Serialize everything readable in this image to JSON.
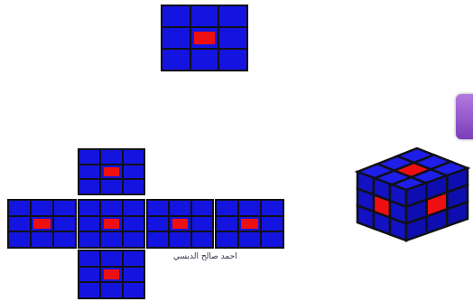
{
  "faces": {
    "single_top": "single-face",
    "net_up": "net-face-up",
    "net_left": "net-face-left",
    "net_front": "net-face-front",
    "net_right": "net-face-right",
    "net_back": "net-face-back",
    "net_down": "net-face-down"
  },
  "watermark": "احمد صالح الدبسي",
  "colors": {
    "tile": "#1414e0",
    "center": "#ee1010",
    "grid": "#101018",
    "tab": "#9a5ad0"
  },
  "icons": {
    "cube": "rubiks-cube-3d-icon",
    "tab": "purple-tab-button"
  }
}
